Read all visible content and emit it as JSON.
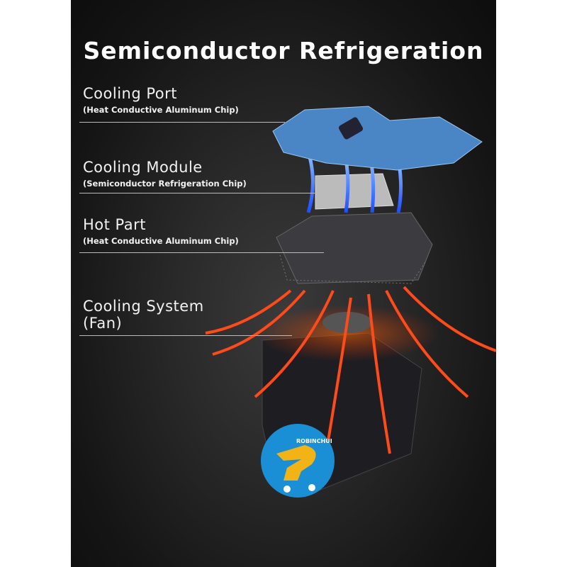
{
  "title": "Semiconductor Refrigeration",
  "labels": [
    {
      "main": "Cooling Port",
      "sub": "(Heat Conductive Aluminum Chip)"
    },
    {
      "main": "Cooling Module",
      "sub": "(Semiconductor Refrigeration Chip)"
    },
    {
      "main": "Hot Part",
      "sub": "(Heat Conductive Aluminum Chip)"
    },
    {
      "main": "Cooling System",
      "sub2": "(Fan)"
    }
  ],
  "watermark": "ROBINCHUI",
  "colors": {
    "cold": "#2f6bff",
    "hot": "#ff4a1a",
    "badge": "#1a8fd6",
    "badge_logo": "#f2b316"
  }
}
